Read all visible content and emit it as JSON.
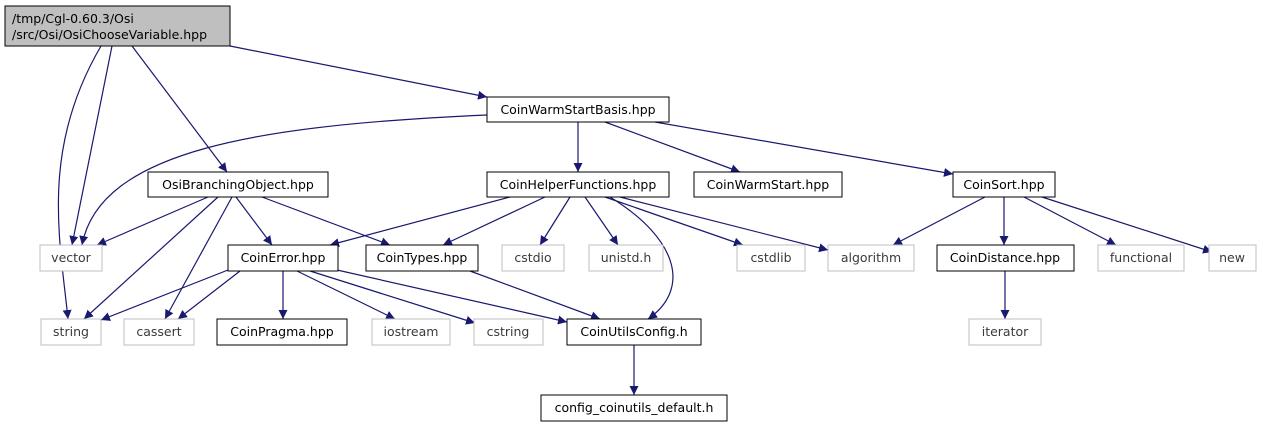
{
  "colors": {
    "edge": "#191970",
    "root_fill": "#bfbfbf",
    "node_border": "#000000",
    "system_border": "#bfbfbf"
  },
  "root": {
    "line1": "/tmp/Cgl-0.60.3/Osi",
    "line2": "/src/Osi/OsiChooseVariable.hpp"
  },
  "nodes": {
    "coin_warm_start_basis": "CoinWarmStartBasis.hpp",
    "osi_branching_object": "OsiBranchingObject.hpp",
    "coin_helper_functions": "CoinHelperFunctions.hpp",
    "coin_warm_start": "CoinWarmStart.hpp",
    "coin_sort": "CoinSort.hpp",
    "vector": "vector",
    "coin_error": "CoinError.hpp",
    "coin_types": "CoinTypes.hpp",
    "cstdio": "cstdio",
    "unistd": "unistd.h",
    "cstdlib": "cstdlib",
    "algorithm": "algorithm",
    "coin_distance": "CoinDistance.hpp",
    "functional": "functional",
    "new": "new",
    "string": "string",
    "cassert": "cassert",
    "coin_pragma": "CoinPragma.hpp",
    "iostream": "iostream",
    "cstring": "cstring",
    "coin_utils_config": "CoinUtilsConfig.h",
    "iterator": "iterator",
    "config_coinutils_default": "config_coinutils_default.h"
  },
  "edges": [
    [
      "root",
      "coin_warm_start_basis"
    ],
    [
      "root",
      "osi_branching_object"
    ],
    [
      "root",
      "vector"
    ],
    [
      "root",
      "string"
    ],
    [
      "coin_warm_start_basis",
      "vector"
    ],
    [
      "coin_warm_start_basis",
      "coin_helper_functions"
    ],
    [
      "coin_warm_start_basis",
      "coin_warm_start"
    ],
    [
      "coin_warm_start_basis",
      "coin_sort"
    ],
    [
      "osi_branching_object",
      "vector"
    ],
    [
      "osi_branching_object",
      "coin_error"
    ],
    [
      "osi_branching_object",
      "coin_types"
    ],
    [
      "osi_branching_object",
      "string"
    ],
    [
      "osi_branching_object",
      "cassert"
    ],
    [
      "coin_helper_functions",
      "coin_error"
    ],
    [
      "coin_helper_functions",
      "coin_types"
    ],
    [
      "coin_helper_functions",
      "cstdio"
    ],
    [
      "coin_helper_functions",
      "unistd"
    ],
    [
      "coin_helper_functions",
      "cstdlib"
    ],
    [
      "coin_helper_functions",
      "algorithm"
    ],
    [
      "coin_helper_functions",
      "coin_utils_config"
    ],
    [
      "coin_sort",
      "algorithm"
    ],
    [
      "coin_sort",
      "coin_distance"
    ],
    [
      "coin_sort",
      "functional"
    ],
    [
      "coin_sort",
      "new"
    ],
    [
      "coin_error",
      "string"
    ],
    [
      "coin_error",
      "cassert"
    ],
    [
      "coin_error",
      "coin_pragma"
    ],
    [
      "coin_error",
      "iostream"
    ],
    [
      "coin_error",
      "cstring"
    ],
    [
      "coin_error",
      "coin_utils_config"
    ],
    [
      "coin_types",
      "coin_utils_config"
    ],
    [
      "coin_distance",
      "iterator"
    ],
    [
      "coin_utils_config",
      "config_coinutils_default"
    ]
  ]
}
